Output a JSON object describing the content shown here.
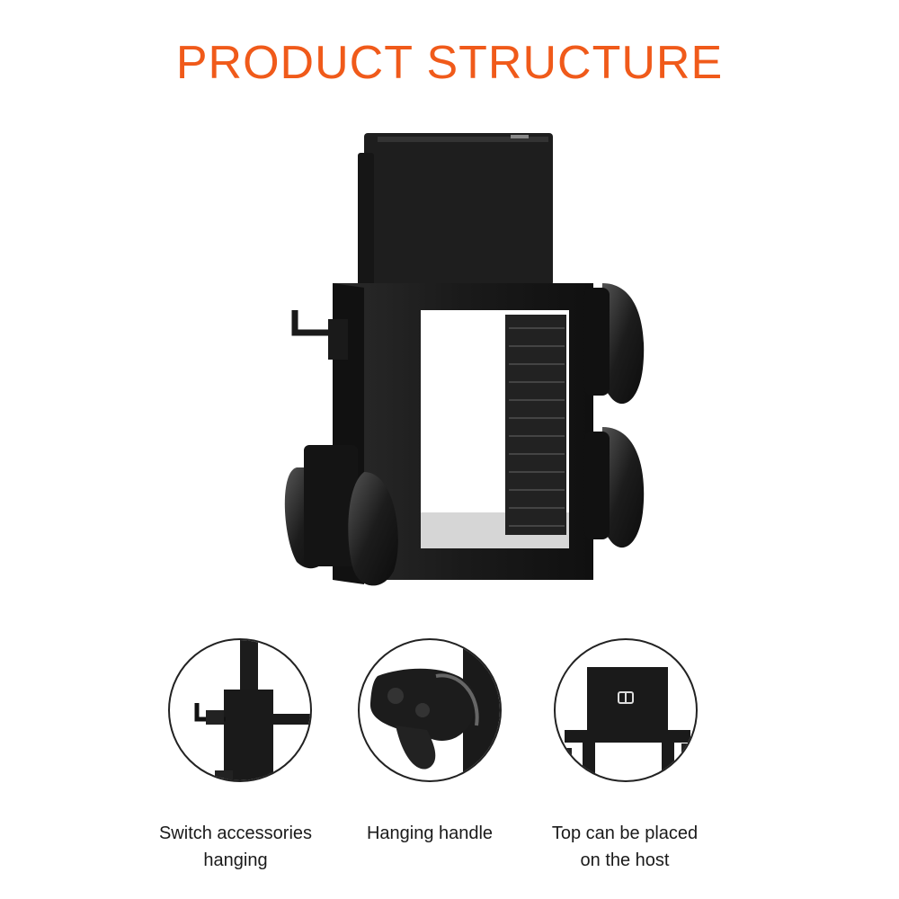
{
  "title": "PRODUCT STRUCTURE",
  "details": [
    {
      "caption_line1": "Switch accessories",
      "caption_line2": "hanging"
    },
    {
      "caption_line1": "Hanging handle",
      "caption_line2": ""
    },
    {
      "caption_line1": "Top can be placed",
      "caption_line2": "on the host"
    }
  ],
  "colors": {
    "title": "#f05a1a",
    "product": "#1c1c1c",
    "caption": "#1a1a1a"
  }
}
